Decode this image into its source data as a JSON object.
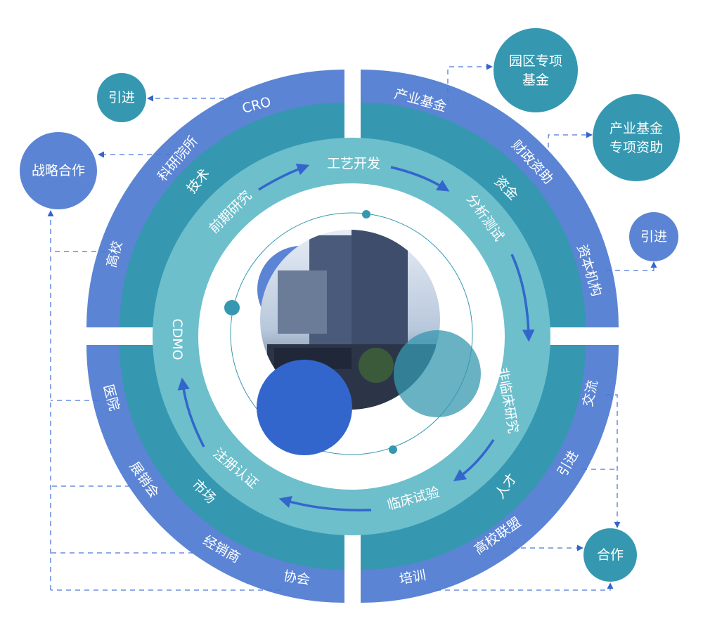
{
  "colors": {
    "outer": "#5b84d4",
    "middle": "#3598b0",
    "inner": "#6dbfcc",
    "node": "#3598b0",
    "accent": "#3366cc"
  },
  "outer_ring": {
    "top_left": [
      "CRO",
      "科研院所",
      "高校"
    ],
    "top_right": [
      "产业基金",
      "财政资助",
      "资本机构"
    ],
    "bottom_right": [
      "交流",
      "引进",
      "高校联盟",
      "培训"
    ],
    "bottom_left": [
      "医院",
      "展销会",
      "经销商",
      "协会"
    ]
  },
  "middle_ring": {
    "top_left": "技术",
    "top_right": "资金",
    "bottom_right": "人才",
    "bottom_left": "市场"
  },
  "inner_ring": [
    "前期研究",
    "工艺开发",
    "分析测试",
    "非临床研究",
    "临床试验",
    "注册认证",
    "CDMO"
  ],
  "nodes": {
    "intro_left": "引进",
    "strategic": "战略合作",
    "park_fund": [
      "园区专项",
      "基金"
    ],
    "industry_fund": [
      "产业基金",
      "专项资助"
    ],
    "intro_right": "引进",
    "cooperation": "合作"
  }
}
